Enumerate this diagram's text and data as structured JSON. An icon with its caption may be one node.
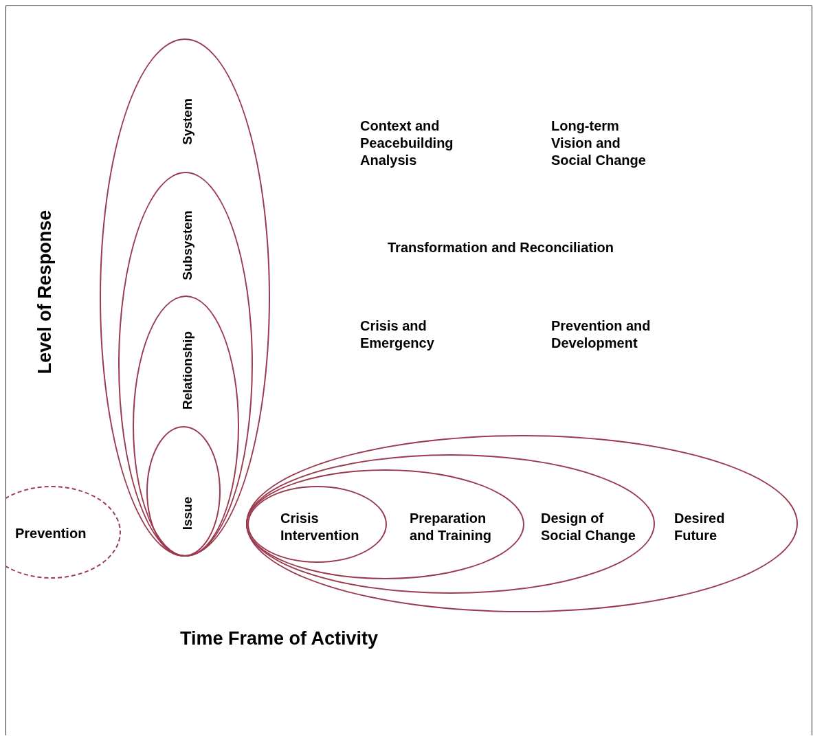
{
  "diagram": {
    "nodes": [
      {
        "text": [
          "System"
        ]
      },
      {
        "text": [
          "Subsystem"
        ],
        "in": 0
      },
      {
        "text": [
          "Relationship"
        ],
        "in": 1
      },
      {
        "text": [
          "Issue"
        ],
        "in": 2
      },
      {
        "text": [
          "Prevention"
        ]
      },
      {
        "text": [
          "Desired Future"
        ]
      },
      {
        "text": [
          "Design of Social Change"
        ],
        "in": 5
      },
      {
        "text": [
          "Preparation and Training"
        ],
        "in": 6
      },
      {
        "text": [
          "Crisis Intervention"
        ],
        "in": 7
      }
    ],
    "edges": [],
    "labels": [
      "Context and Peacebuilding Analysis",
      "Long-term Vision and Social Change",
      "Level of Response",
      "Transformation and Reconciliation",
      "Crisis and Emergency",
      "Prevention and Development",
      "Time Frame of Activity"
    ]
  }
}
